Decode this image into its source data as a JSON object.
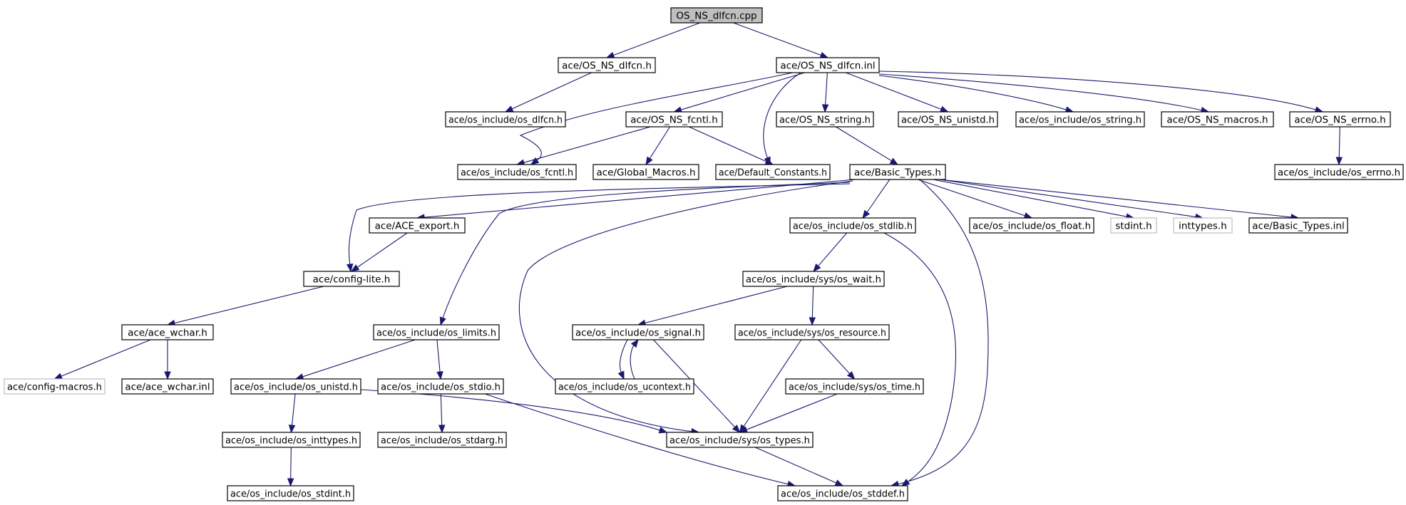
{
  "nodes": [
    {
      "id": "root",
      "label": "OS_NS_dlfcn.cpp",
      "kind": "root"
    },
    {
      "id": "dlfcn_h",
      "label": "ace/OS_NS_dlfcn.h"
    },
    {
      "id": "dlfcn_inl",
      "label": "ace/OS_NS_dlfcn.inl"
    },
    {
      "id": "os_dlfcn",
      "label": "ace/os_include/os_dlfcn.h"
    },
    {
      "id": "fcntl_h",
      "label": "ace/OS_NS_fcntl.h"
    },
    {
      "id": "string_h",
      "label": "ace/OS_NS_string.h"
    },
    {
      "id": "unistd_h",
      "label": "ace/OS_NS_unistd.h"
    },
    {
      "id": "os_string",
      "label": "ace/os_include/os_string.h"
    },
    {
      "id": "macros_h",
      "label": "ace/OS_NS_macros.h"
    },
    {
      "id": "errno_h",
      "label": "ace/OS_NS_errno.h"
    },
    {
      "id": "os_fcntl",
      "label": "ace/os_include/os_fcntl.h"
    },
    {
      "id": "global_macros",
      "label": "ace/Global_Macros.h"
    },
    {
      "id": "default_constants",
      "label": "ace/Default_Constants.h"
    },
    {
      "id": "basic_types",
      "label": "ace/Basic_Types.h"
    },
    {
      "id": "os_errno",
      "label": "ace/os_include/os_errno.h"
    },
    {
      "id": "ace_export",
      "label": "ace/ACE_export.h"
    },
    {
      "id": "os_stdlib",
      "label": "ace/os_include/os_stdlib.h"
    },
    {
      "id": "os_float",
      "label": "ace/os_include/os_float.h"
    },
    {
      "id": "stdint",
      "label": "stdint.h",
      "kind": "ext"
    },
    {
      "id": "inttypes",
      "label": "inttypes.h",
      "kind": "ext"
    },
    {
      "id": "basic_types_inl",
      "label": "ace/Basic_Types.inl"
    },
    {
      "id": "config_lite",
      "label": "ace/config-lite.h"
    },
    {
      "id": "sys_wait",
      "label": "ace/os_include/sys/os_wait.h"
    },
    {
      "id": "ace_wchar",
      "label": "ace/ace_wchar.h"
    },
    {
      "id": "os_limits",
      "label": "ace/os_include/os_limits.h"
    },
    {
      "id": "os_signal",
      "label": "ace/os_include/os_signal.h"
    },
    {
      "id": "sys_resource",
      "label": "ace/os_include/sys/os_resource.h"
    },
    {
      "id": "config_macros",
      "label": "ace/config-macros.h",
      "kind": "ext"
    },
    {
      "id": "ace_wchar_inl",
      "label": "ace/ace_wchar.inl"
    },
    {
      "id": "os_unistd",
      "label": "ace/os_include/os_unistd.h"
    },
    {
      "id": "os_stdio",
      "label": "ace/os_include/os_stdio.h"
    },
    {
      "id": "os_ucontext",
      "label": "ace/os_include/os_ucontext.h"
    },
    {
      "id": "sys_time",
      "label": "ace/os_include/sys/os_time.h"
    },
    {
      "id": "os_inttypes",
      "label": "ace/os_include/os_inttypes.h"
    },
    {
      "id": "os_stdarg",
      "label": "ace/os_include/os_stdarg.h"
    },
    {
      "id": "sys_types",
      "label": "ace/os_include/sys/os_types.h"
    },
    {
      "id": "os_stdint",
      "label": "ace/os_include/os_stdint.h"
    },
    {
      "id": "os_stddef",
      "label": "ace/os_include/os_stddef.h"
    }
  ],
  "edges": [
    [
      "root",
      "dlfcn_h"
    ],
    [
      "root",
      "dlfcn_inl"
    ],
    [
      "dlfcn_h",
      "os_dlfcn"
    ],
    [
      "dlfcn_inl",
      "os_fcntl"
    ],
    [
      "dlfcn_inl",
      "fcntl_h"
    ],
    [
      "dlfcn_inl",
      "default_constants"
    ],
    [
      "dlfcn_inl",
      "string_h"
    ],
    [
      "dlfcn_inl",
      "unistd_h"
    ],
    [
      "dlfcn_inl",
      "os_string"
    ],
    [
      "dlfcn_inl",
      "macros_h"
    ],
    [
      "dlfcn_inl",
      "errno_h"
    ],
    [
      "fcntl_h",
      "os_fcntl"
    ],
    [
      "fcntl_h",
      "global_macros"
    ],
    [
      "fcntl_h",
      "default_constants"
    ],
    [
      "string_h",
      "basic_types"
    ],
    [
      "errno_h",
      "os_errno"
    ],
    [
      "basic_types",
      "config_lite"
    ],
    [
      "basic_types",
      "ace_export"
    ],
    [
      "basic_types",
      "os_limits"
    ],
    [
      "basic_types",
      "sys_types"
    ],
    [
      "basic_types",
      "os_stdlib"
    ],
    [
      "basic_types",
      "os_stddef"
    ],
    [
      "basic_types",
      "os_float"
    ],
    [
      "basic_types",
      "stdint"
    ],
    [
      "basic_types",
      "inttypes"
    ],
    [
      "basic_types",
      "basic_types_inl"
    ],
    [
      "ace_export",
      "config_lite"
    ],
    [
      "config_lite",
      "ace_wchar"
    ],
    [
      "ace_wchar",
      "config_macros"
    ],
    [
      "ace_wchar",
      "ace_wchar_inl"
    ],
    [
      "os_stdlib",
      "sys_wait"
    ],
    [
      "os_stdlib",
      "os_stddef"
    ],
    [
      "sys_wait",
      "os_signal"
    ],
    [
      "sys_wait",
      "sys_resource"
    ],
    [
      "os_limits",
      "os_unistd"
    ],
    [
      "os_limits",
      "os_stdio"
    ],
    [
      "os_signal",
      "os_ucontext"
    ],
    [
      "os_ucontext",
      "os_signal"
    ],
    [
      "os_signal",
      "sys_types"
    ],
    [
      "sys_resource",
      "sys_time"
    ],
    [
      "sys_resource",
      "sys_types"
    ],
    [
      "sys_time",
      "sys_types"
    ],
    [
      "os_unistd",
      "os_inttypes"
    ],
    [
      "os_unistd",
      "sys_types"
    ],
    [
      "os_stdio",
      "os_stdarg"
    ],
    [
      "os_stdio",
      "os_stddef"
    ],
    [
      "os_inttypes",
      "os_stdint"
    ],
    [
      "sys_types",
      "os_stddef"
    ]
  ],
  "colors": {
    "edge": "#191970",
    "root_fill": "#bfbfbf",
    "ext_border": "#bfbfbf"
  }
}
